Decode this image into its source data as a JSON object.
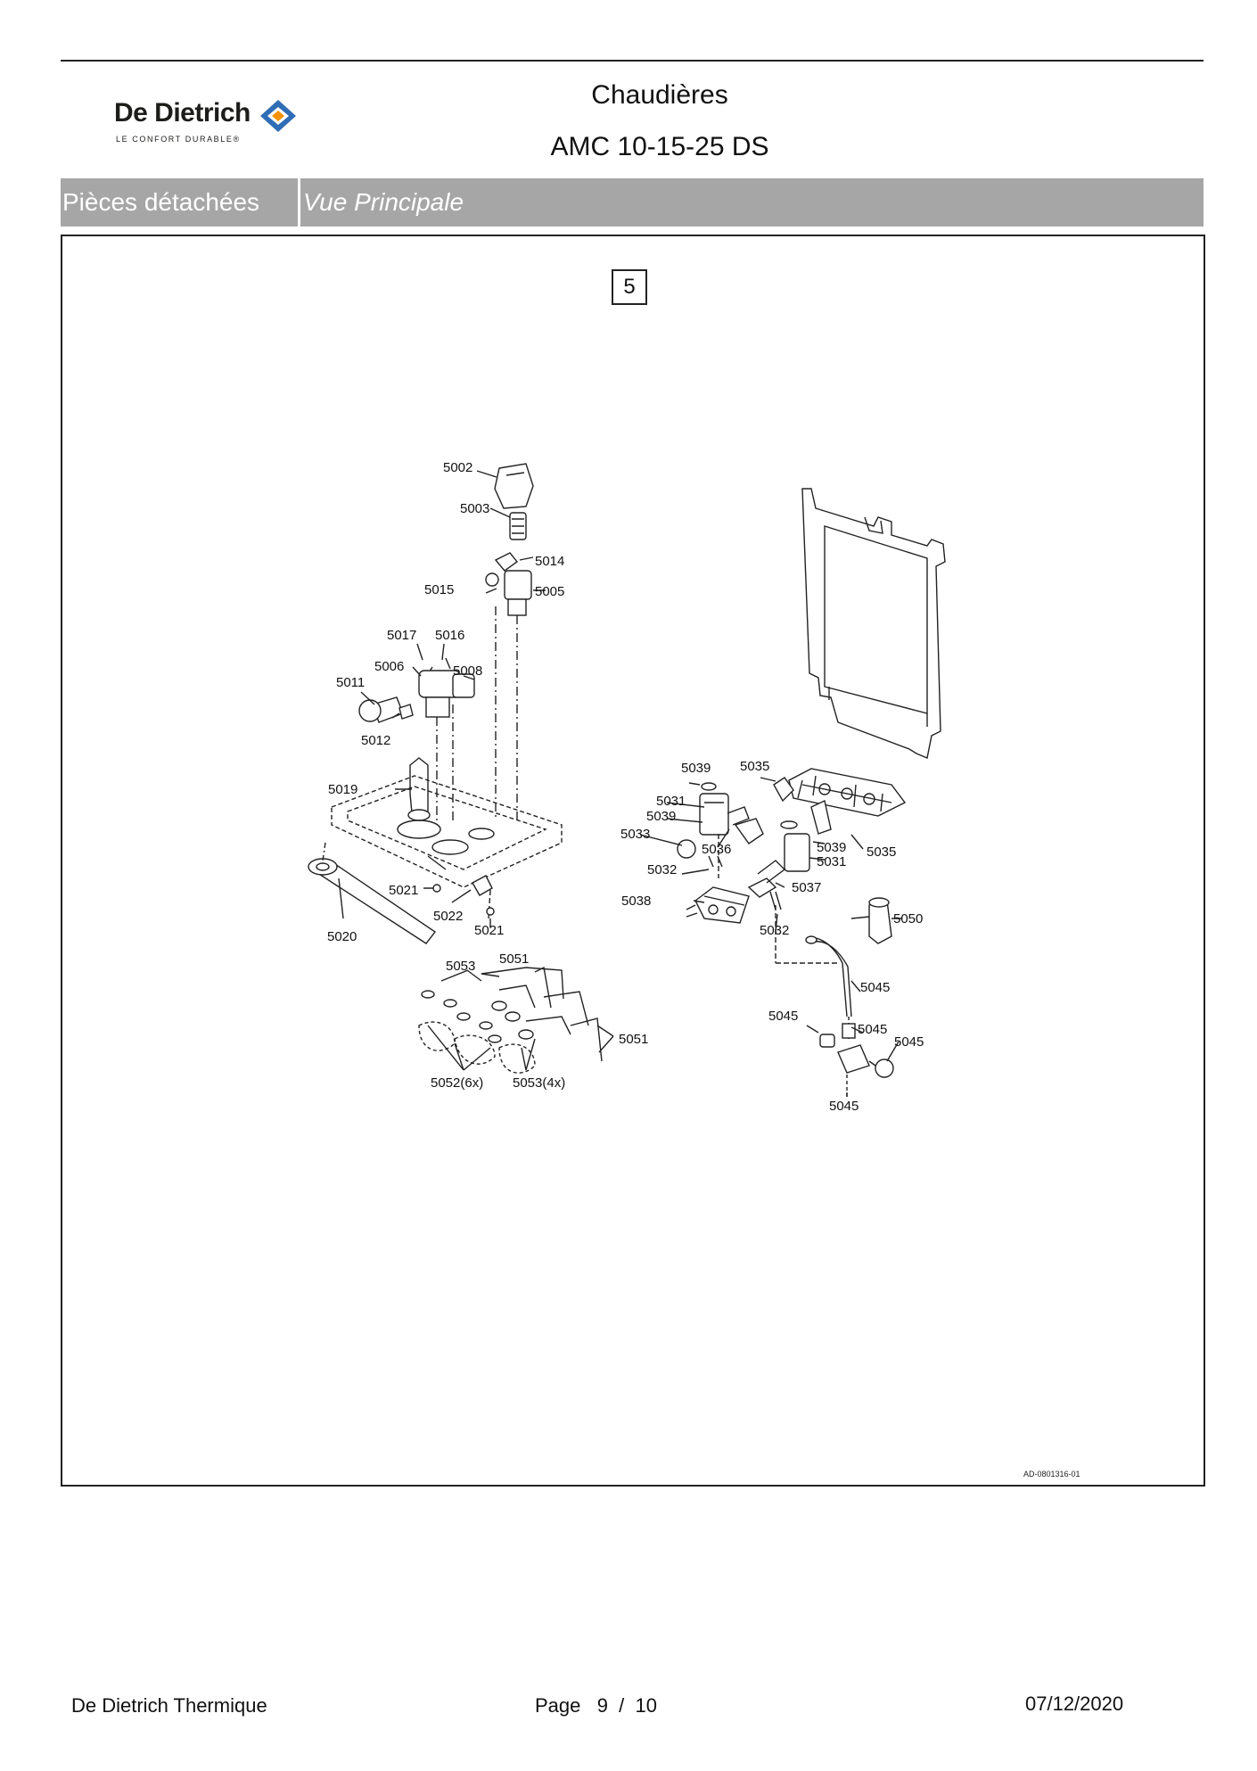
{
  "header": {
    "brand": "De Dietrich",
    "tagline": "LE CONFORT DURABLE®",
    "title": "Chaudières",
    "model": "AMC 10-15-25 DS"
  },
  "bar": {
    "section": "Pièces détachées",
    "view": "Vue Principale"
  },
  "view_number": "5",
  "parts": {
    "p5002": "5002",
    "p5003": "5003",
    "p5014": "5014",
    "p5015": "5015",
    "p5005": "5005",
    "p5017": "5017",
    "p5016": "5016",
    "p5006": "5006",
    "p5008": "5008",
    "p5011": "5011",
    "p5012": "5012",
    "p5019": "5019",
    "p5021a": "5021",
    "p5022": "5022",
    "p5021b": "5021",
    "p5020": "5020",
    "p5053": "5053",
    "p5051a": "5051",
    "p5051b": "5051",
    "p5052_6x": "5052(6x)",
    "p5053_4x": "5053(4x)",
    "p5039a": "5039",
    "p5035a": "5035",
    "p5031a": "5031",
    "p5039b": "5039",
    "p5033": "5033",
    "p5036": "5036",
    "p5039c": "5039",
    "p5035b": "5035",
    "p5031b": "5031",
    "p5032a": "5032",
    "p5037": "5037",
    "p5038": "5038",
    "p5032b": "5032",
    "p5050": "5050",
    "p5045a": "5045",
    "p5045b": "5045",
    "p5045c": "5045",
    "p5045d": "5045",
    "p5045e": "5045"
  },
  "drawing_ref": "AD-0801316-01",
  "footer": {
    "company": "De Dietrich Thermique",
    "page": "Page   9  /  10",
    "date": "07/12/2020"
  },
  "colors": {
    "bar": "#a6a6a6",
    "logo_blue": "#2f6db5",
    "logo_orange": "#f39200"
  }
}
